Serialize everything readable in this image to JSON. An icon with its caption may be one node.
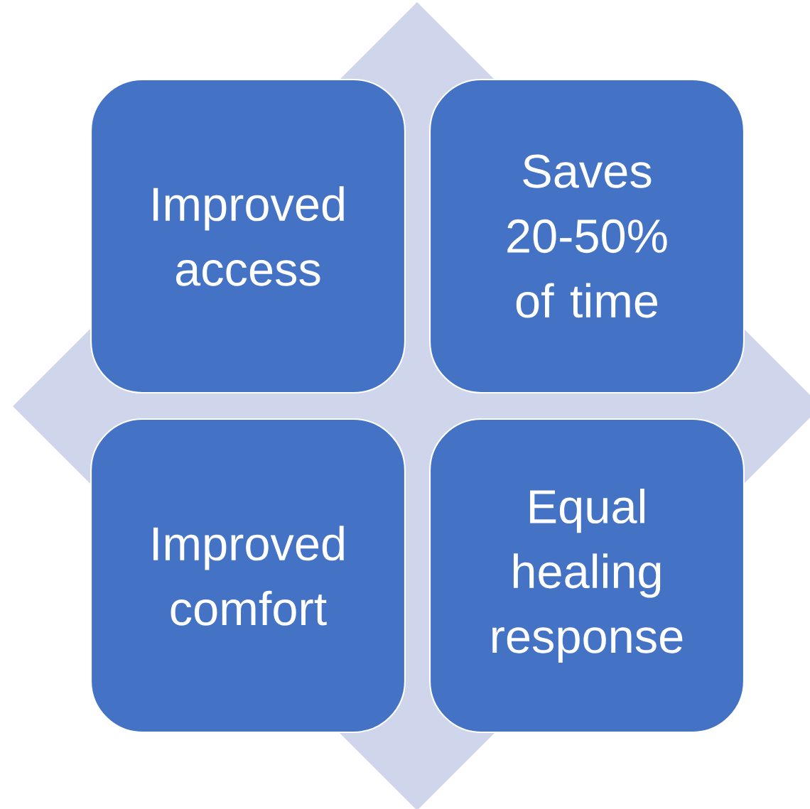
{
  "diagram": {
    "nodes": [
      {
        "text": [
          "Improved access"
        ]
      },
      {
        "text": [
          "Saves 20-50%  of time"
        ]
      },
      {
        "text": [
          "Improved comfort"
        ]
      },
      {
        "text": [
          "Equal healing response"
        ]
      }
    ]
  }
}
